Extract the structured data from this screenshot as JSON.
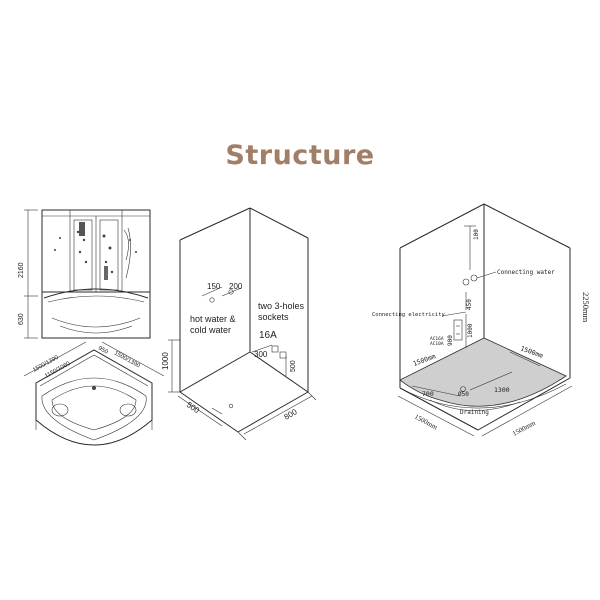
{
  "title": "Structure",
  "left_drawing": {
    "height_total": "2160",
    "height_base": "630",
    "dim_a": "1500/1390",
    "dim_b": "1150/1060",
    "dim_c": "950",
    "dim_d": "1500/1390"
  },
  "middle_drawing": {
    "dim_150": "150",
    "dim_200": "200",
    "label_water": "hot water &",
    "label_water_2": "cold water",
    "label_sockets": "two 3-holes",
    "label_sockets_2": "sockets",
    "label_amp": "16A",
    "dim_300": "300",
    "dim_500_v": "500",
    "dim_1000": "1000",
    "dim_500": "500",
    "dim_800": "800"
  },
  "right_drawing": {
    "dim_100": "100",
    "label_water": "Connecting water",
    "dim_450": "450",
    "label_electricity": "Connecting electricity",
    "label_ac1": "AC16A",
    "label_ac2": "AC10A",
    "dim_1000": "1000",
    "dim_900": "900",
    "dim_1500_right": "1500mm",
    "dim_1500_left": "1500mm",
    "dim_700": "700",
    "dim_50": "Ø50",
    "label_draining": "Draining",
    "dim_1300": "1300",
    "dim_bottom_left": "1500mm",
    "dim_bottom_right": "1500mm",
    "dim_height": "2250mm"
  }
}
